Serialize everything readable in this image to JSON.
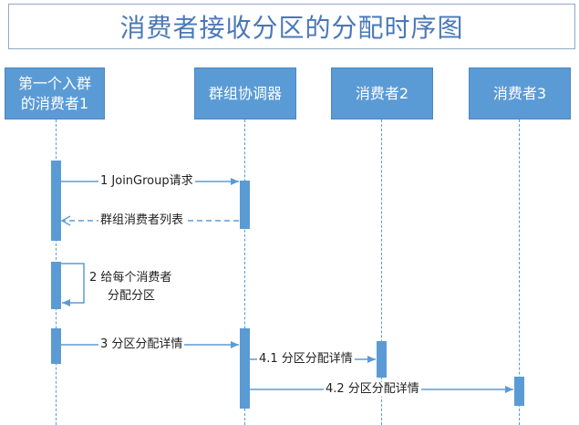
{
  "title": "消费者接收分区的分配时序图",
  "actors": [
    {
      "line1": "第一个入群",
      "line2": "的消费者1"
    },
    {
      "line1": "群组协调器",
      "line2": ""
    },
    {
      "line1": "消费者2",
      "line2": ""
    },
    {
      "line1": "消费者3",
      "line2": ""
    }
  ],
  "messages": [
    {
      "label": "1 JoinGroup请求"
    },
    {
      "label": "群组消费者列表"
    },
    {
      "label_line1": "2 给每个消费者",
      "label_line2": "分配分区"
    },
    {
      "label": "3 分区分配详情"
    },
    {
      "label": "4.1 分区分配详情"
    },
    {
      "label": "4.2 分区分配详情"
    }
  ],
  "colors": {
    "actor_fill": "#5b9bd5",
    "title_text": "#4a78b8",
    "title_border": "#8fa9c8"
  }
}
